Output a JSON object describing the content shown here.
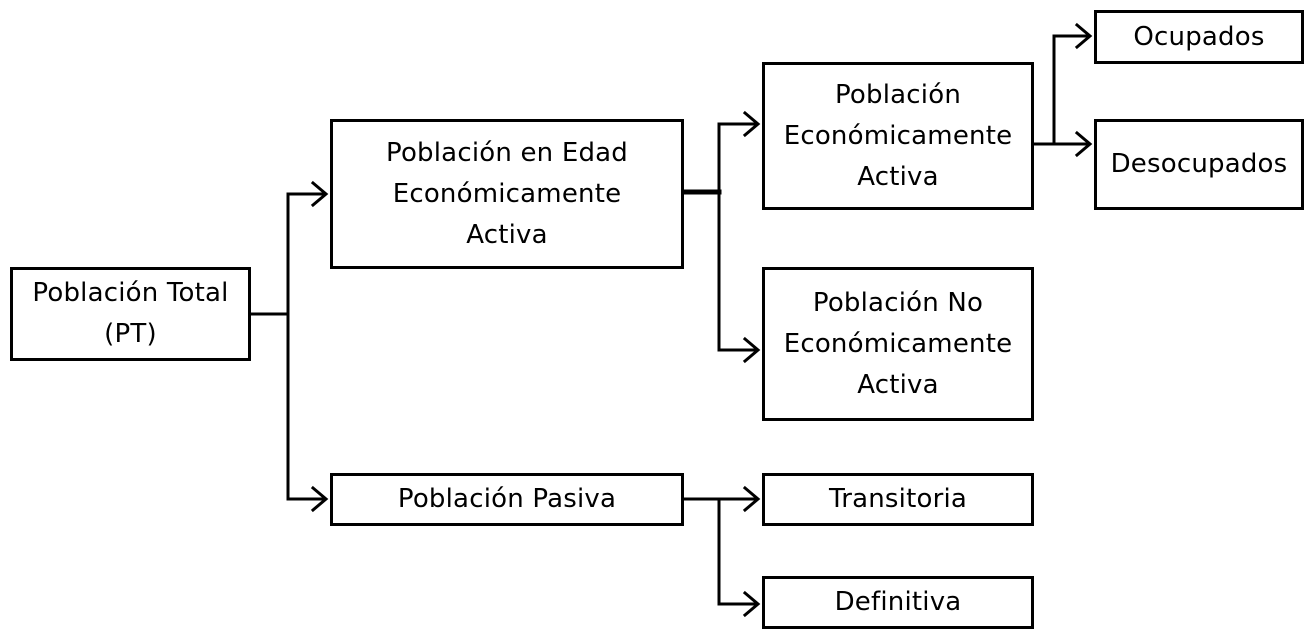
{
  "nodes": {
    "poblacion_total": [
      "Población Total",
      "(PT)"
    ],
    "poblacion_edad_activa": [
      "Población en Edad",
      "Económicamente",
      "Activa"
    ],
    "poblacion_pasiva": [
      "Población Pasiva"
    ],
    "poblacion_economicamente_activa": [
      "Población",
      "Económicamente",
      "Activa"
    ],
    "poblacion_no_economicamente_activa": [
      "Población No",
      "Económicamente",
      "Activa"
    ],
    "transitoria": [
      "Transitoria"
    ],
    "definitiva": [
      "Definitiva"
    ],
    "ocupados": [
      "Ocupados"
    ],
    "desocupados": [
      "Desocupados"
    ]
  },
  "colors": {
    "stroke": "#000000",
    "background": "#ffffff"
  }
}
